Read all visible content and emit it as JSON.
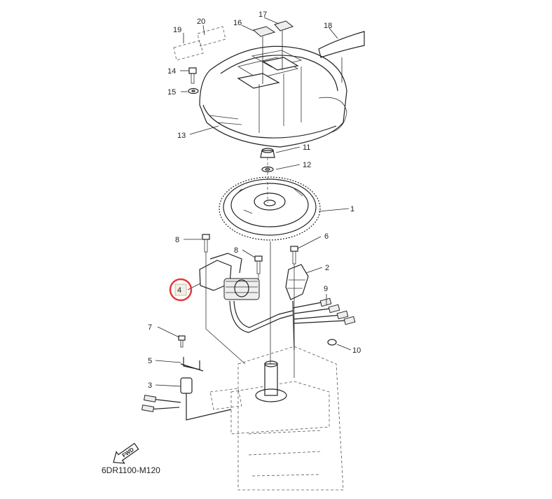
{
  "diagram_id": "6DR1100-M120",
  "fwd_label": "FWD",
  "highlight_color": "#e53935",
  "callouts": [
    {
      "id": "c1",
      "text": "1"
    },
    {
      "id": "c2",
      "text": "2"
    },
    {
      "id": "c3",
      "text": "3"
    },
    {
      "id": "c4",
      "text": "4"
    },
    {
      "id": "c5",
      "text": "5"
    },
    {
      "id": "c6",
      "text": "6"
    },
    {
      "id": "c7",
      "text": "7"
    },
    {
      "id": "c8a",
      "text": "8"
    },
    {
      "id": "c8b",
      "text": "8"
    },
    {
      "id": "c9",
      "text": "9"
    },
    {
      "id": "c10",
      "text": "10"
    },
    {
      "id": "c11",
      "text": "11"
    },
    {
      "id": "c12",
      "text": "12"
    },
    {
      "id": "c13",
      "text": "13"
    },
    {
      "id": "c14",
      "text": "14"
    },
    {
      "id": "c15",
      "text": "15"
    },
    {
      "id": "c16",
      "text": "16"
    },
    {
      "id": "c17",
      "text": "17"
    },
    {
      "id": "c18",
      "text": "18"
    },
    {
      "id": "c19",
      "text": "19"
    },
    {
      "id": "c20",
      "text": "20"
    }
  ]
}
